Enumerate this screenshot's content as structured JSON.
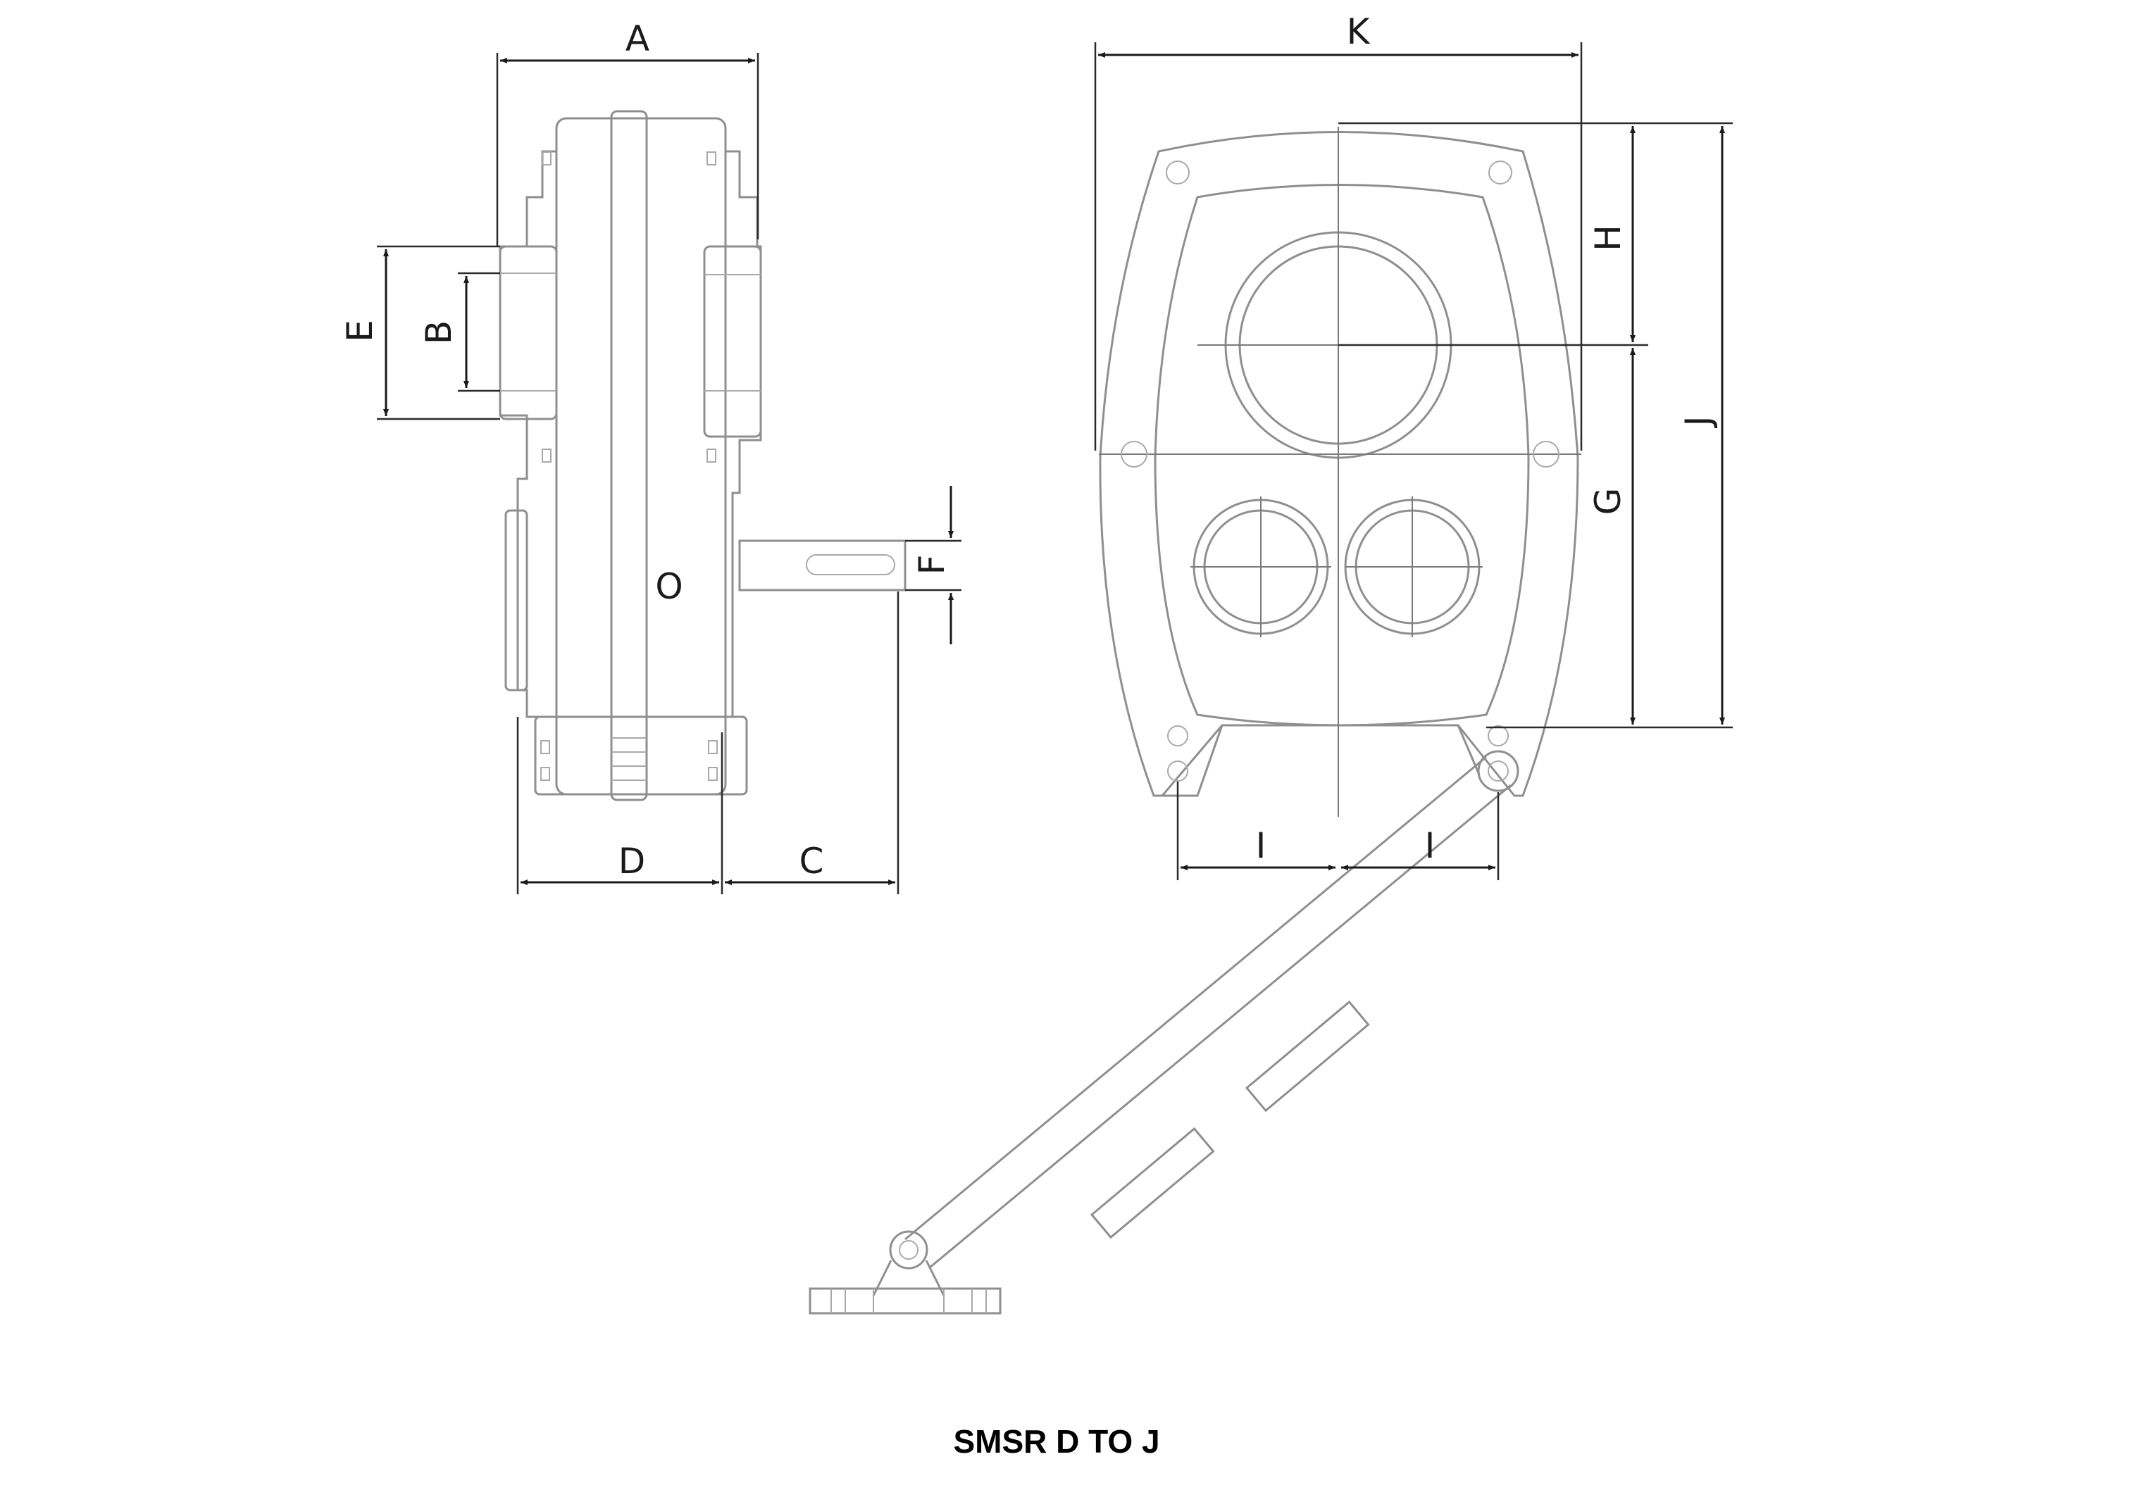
{
  "caption": "SMSR D TO J",
  "dimensions": {
    "A": "A",
    "B": "B",
    "C": "C",
    "D": "D",
    "E": "E",
    "F": "F",
    "G": "G",
    "H": "H",
    "I_left": "I",
    "I_right": "I",
    "J": "J",
    "K": "K"
  },
  "shaft_mark": "O",
  "colors": {
    "part_outline": "#8f8f8f",
    "dimension_line": "#1a1a1a"
  }
}
